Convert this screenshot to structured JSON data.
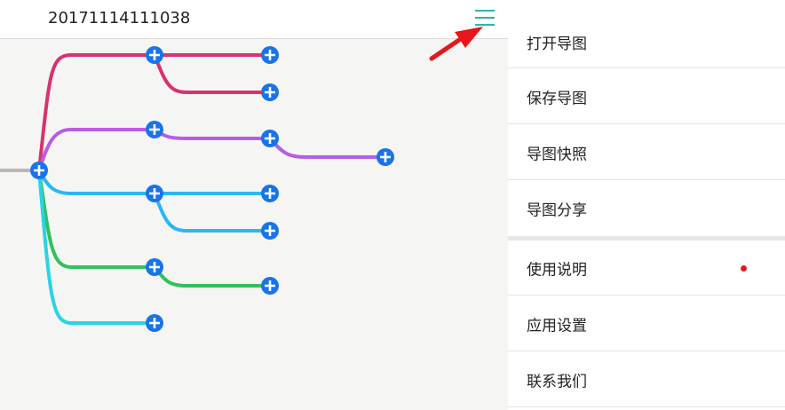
{
  "header": {
    "title": "20171114111038",
    "menu_icon": "hamburger-menu-icon"
  },
  "drawer": {
    "items": [
      {
        "label": "打开导图"
      },
      {
        "label": "保存导图"
      },
      {
        "label": "导图快照"
      },
      {
        "label": "导图分享"
      },
      {
        "label": "使用说明",
        "badge": true
      },
      {
        "label": "应用设置"
      },
      {
        "label": "联系我们"
      }
    ]
  },
  "mindmap": {
    "branch_colors": [
      "#d9326e",
      "#b85ce8",
      "#2bb6f4",
      "#33c05b",
      "#2ad3e6"
    ],
    "node_icon": "plus-circle-icon"
  },
  "annotation": {
    "arrow_color": "#e6161a"
  }
}
